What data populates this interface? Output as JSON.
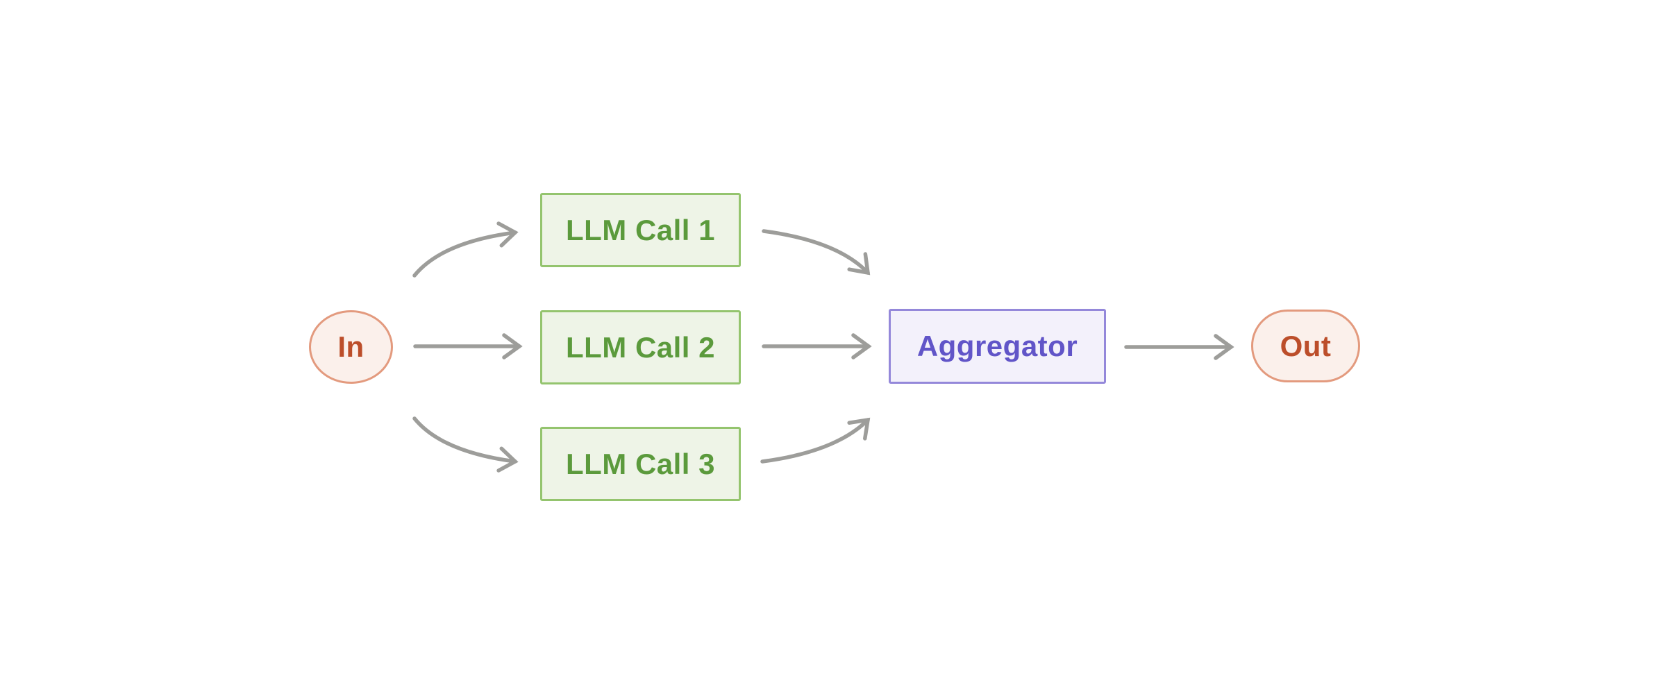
{
  "diagram": {
    "background_color": "#ffffff",
    "nodes": {
      "in": {
        "label": "In",
        "shape": "circle",
        "fill": "#fbf0eb",
        "border": "#e39a7e",
        "text_color": "#bc4e2a"
      },
      "llm1": {
        "label": "LLM Call 1",
        "shape": "rect",
        "fill": "#eef4e7",
        "border": "#94c46e",
        "text_color": "#5b9a3c"
      },
      "llm2": {
        "label": "LLM Call 2",
        "shape": "rect",
        "fill": "#eef4e7",
        "border": "#94c46e",
        "text_color": "#5b9a3c"
      },
      "llm3": {
        "label": "LLM Call 3",
        "shape": "rect",
        "fill": "#eef4e7",
        "border": "#94c46e",
        "text_color": "#5b9a3c"
      },
      "aggregator": {
        "label": "Aggregator",
        "shape": "rect",
        "fill": "#f3f1fb",
        "border": "#9488da",
        "text_color": "#6155c8"
      },
      "out": {
        "label": "Out",
        "shape": "pill",
        "fill": "#fbf0eb",
        "border": "#e39a7e",
        "text_color": "#bc4e2a"
      }
    },
    "edges": [
      {
        "from": "in",
        "to": "llm1",
        "style": "curved"
      },
      {
        "from": "in",
        "to": "llm2",
        "style": "straight"
      },
      {
        "from": "in",
        "to": "llm3",
        "style": "curved"
      },
      {
        "from": "llm1",
        "to": "aggregator",
        "style": "curved"
      },
      {
        "from": "llm2",
        "to": "aggregator",
        "style": "straight"
      },
      {
        "from": "llm3",
        "to": "aggregator",
        "style": "curved"
      },
      {
        "from": "aggregator",
        "to": "out",
        "style": "straight"
      }
    ],
    "edge_color": "#9d9d9a"
  }
}
